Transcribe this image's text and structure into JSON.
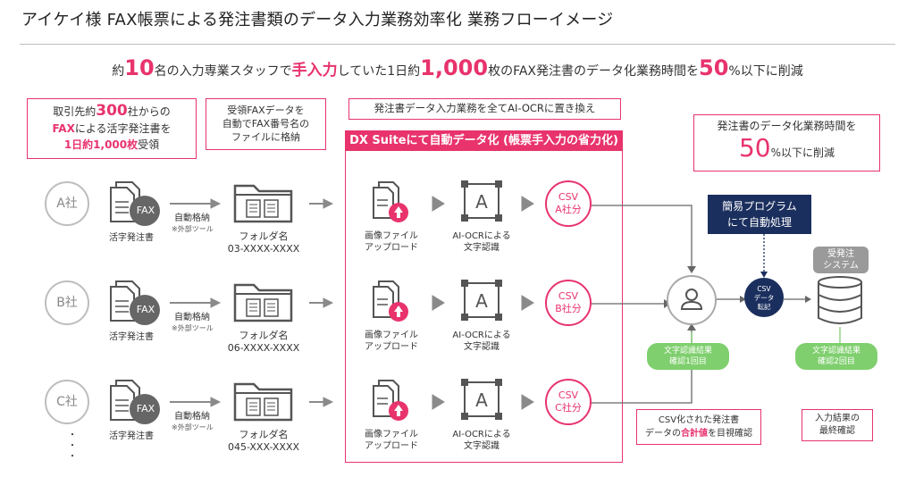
{
  "title": "アイケイ様 FAX帳票による発注書類のデータ入力業務効率化 業務フローイメージ",
  "headline": {
    "p1": "約",
    "n1": "10",
    "p2": "名の入力専業スタッフで",
    "p3": "手入力",
    "p4": "していた1日約",
    "n2": "1,000",
    "p5": "枚のFAX発注書のデータ化業務時間を",
    "n3": "50",
    "p6": "%以下に削減"
  },
  "note1": {
    "l1a": "取引先約",
    "l1b": "300",
    "l1c": "社からの",
    "l2a": "FAX",
    "l2b": "による活字発注書を",
    "l3a": "1日約1,000枚",
    "l3b": "受領"
  },
  "note2": {
    "l1": "受領FAXデータを",
    "l2": "自動でFAX番号名の",
    "l3": "ファイルに格納"
  },
  "note3": "発注書データ入力業務を全てAI-OCRに置き換え",
  "dsuite_header": "DX Suiteにて自動データ化 (帳票手入力の省力化)",
  "note4": {
    "l1": "発注書のデータ化業務時間を",
    "big": "50",
    "l2": "%以下に削減"
  },
  "program": {
    "l1": "簡易プログラム",
    "l2": "にて自動処理"
  },
  "rows": [
    {
      "company": "A社",
      "doc": "活字発注書",
      "fax": "FAX",
      "store": "自動格納",
      "tool": "※外部ツール",
      "folder_label": "フォルダ名",
      "folder": "03-XXXX-XXXX",
      "upload1": "画像ファイル",
      "upload2": "アップロード",
      "ocr1": "AI-OCRによる",
      "ocr2": "文字認識",
      "csv1": "CSV",
      "csv2": "A社分"
    },
    {
      "company": "B社",
      "doc": "活字発注書",
      "fax": "FAX",
      "store": "自動格納",
      "tool": "※外部ツール",
      "folder_label": "フォルダ名",
      "folder": "06-XXXX-XXXX",
      "upload1": "画像ファイル",
      "upload2": "アップロード",
      "ocr1": "AI-OCRによる",
      "ocr2": "文字認識",
      "csv1": "CSV",
      "csv2": "B社分"
    },
    {
      "company": "C社",
      "doc": "活字発注書",
      "fax": "FAX",
      "store": "自動格納",
      "tool": "※外部ツール",
      "folder_label": "フォルダ名",
      "folder": "045-XXX-XXXX",
      "upload1": "画像ファイル",
      "upload2": "アップロード",
      "ocr1": "AI-OCRによる",
      "ocr2": "文字認識",
      "csv1": "CSV",
      "csv2": "C社分"
    }
  ],
  "csv_transfer": {
    "l1": "CSV",
    "l2": "データ",
    "l3": "転記"
  },
  "system": {
    "l1": "受発注",
    "l2": "システム"
  },
  "check1": {
    "l1": "文字認識結果",
    "l2": "確認1回目"
  },
  "check2": {
    "l1": "文字認識結果",
    "l2": "確認2回目"
  },
  "note5": {
    "l1": "CSV化された発注書",
    "l2a": "データの",
    "l2b": "合計値",
    "l2c": "を目視確認"
  },
  "note6": {
    "l1": "入力結果の",
    "l2": "最終確認"
  },
  "ellipsis": "・\n・\n・",
  "colors": {
    "accent": "#e8336d",
    "navy": "#1b2f5e",
    "green": "#7fcf6e",
    "grey": "#bdbdbd"
  }
}
